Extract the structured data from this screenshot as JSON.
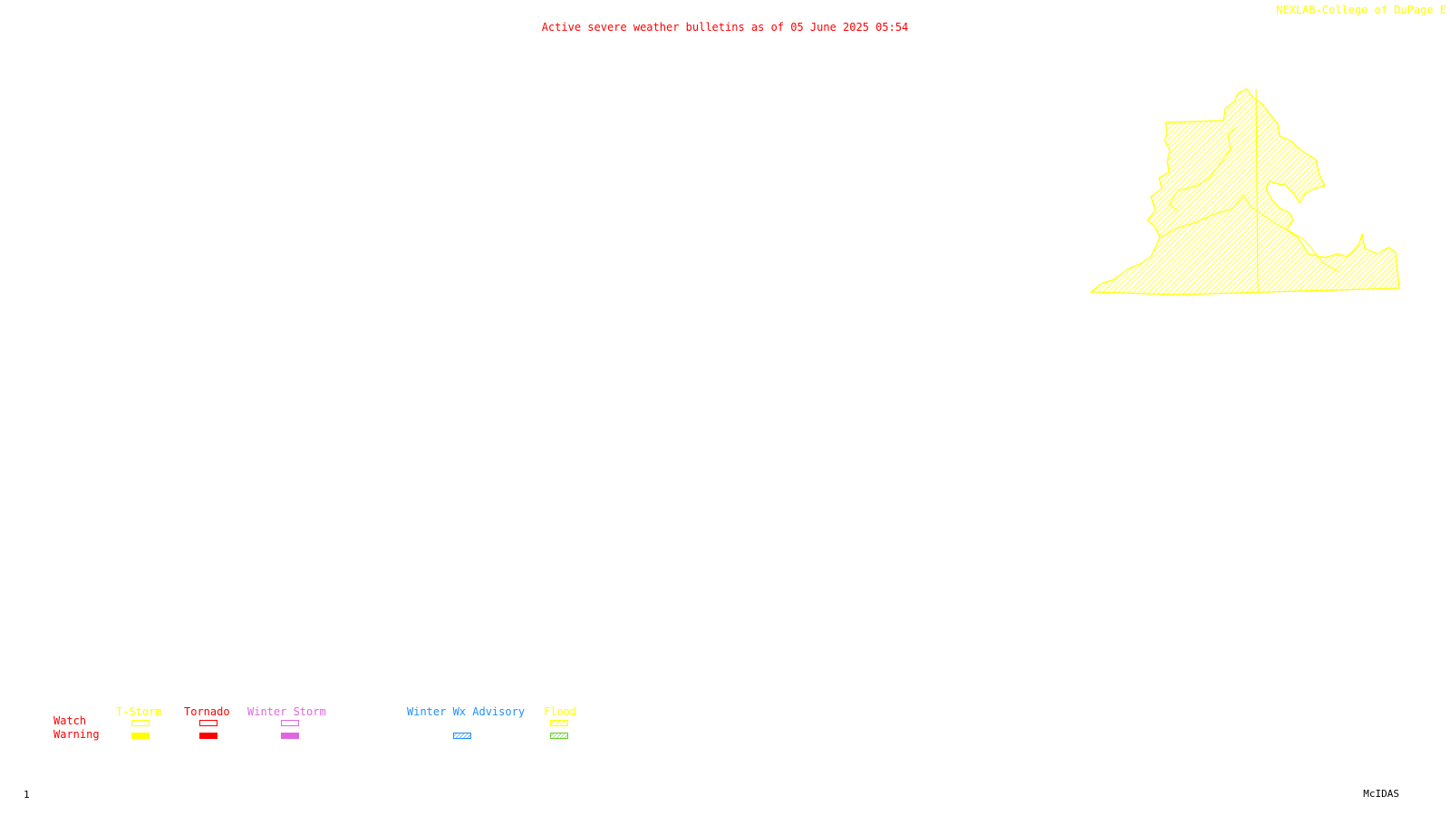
{
  "header": {
    "title": "Active severe weather bulletins as of 05 June 2025 05:54",
    "credit": "NEXLAB-College of DuPage E",
    "title_color": "#ff0000",
    "credit_color": "#ffff00"
  },
  "map": {
    "highlighted_region": "Virginia",
    "alert_type": "Flood Watch",
    "fill_color": "#ffff00",
    "outline_color": "#ffff00"
  },
  "legend": {
    "row_labels": {
      "watch": "Watch",
      "warning": "Warning",
      "color": "#ff0000"
    },
    "categories": [
      {
        "label": "T-Storm",
        "color": "#ffff00",
        "watch_style": "outline",
        "warning_style": "solid"
      },
      {
        "label": "Tornado",
        "color": "#ff0000",
        "watch_style": "outline",
        "warning_style": "solid"
      },
      {
        "label": "Winter Storm",
        "color": "#e066e0",
        "watch_style": "outline",
        "warning_style": "solid"
      },
      {
        "label": "Winter Wx Advisory",
        "color": "#1e90ff",
        "watch_style": "none",
        "warning_style": "hatched"
      },
      {
        "label": "Flood",
        "color": "#ffff00",
        "watch_style": "hatched",
        "warning_style": "hatched",
        "warning_color": "#66cc33"
      }
    ]
  },
  "footer": {
    "frame_number": "1",
    "software": "McIDAS"
  }
}
